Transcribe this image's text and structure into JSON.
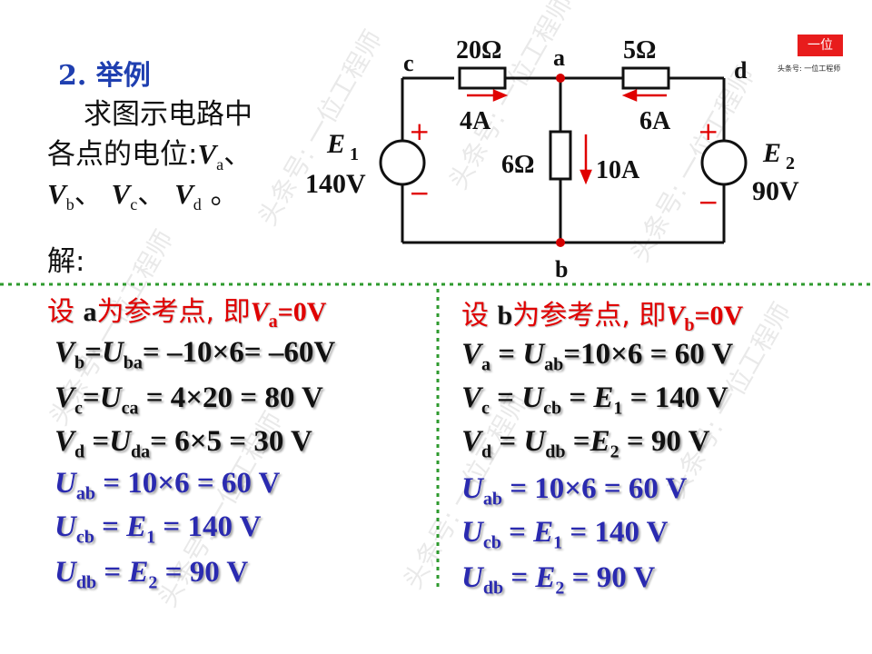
{
  "heading": {
    "number": "2.",
    "title": "举例"
  },
  "problem": {
    "line1": "求图示电路中",
    "line2_prefix": "各点的电位:",
    "V": "V",
    "sub_a": "a",
    "sub_b": "b",
    "sub_c": "c",
    "sub_d": "d",
    "sep": "、",
    "period": " 。"
  },
  "solution_label": "解:",
  "circuit": {
    "node_a": "a",
    "node_b": "b",
    "node_c": "c",
    "node_d": "d",
    "r1": "20Ω",
    "r2": "5Ω",
    "r3": "6Ω",
    "i1": "4A",
    "i2": "6A",
    "i3": "10A",
    "e1_name": "E",
    "e1_sub": "1",
    "e1_value": "140V",
    "e2_name": "E",
    "e2_sub": "2",
    "e2_value": "90V",
    "plus": "+",
    "minus": "−"
  },
  "left": {
    "ref_prefix": "设 ",
    "ref_node": "a",
    "ref_mid": "为参考点, 即",
    "ref_V": "V",
    "ref_sub": "a",
    "ref_eq": "=0V",
    "lines": [
      {
        "v": "V",
        "vs": "b",
        "eq": "=",
        "u": "U",
        "us": "ba",
        "rest": "= –10×6= –60V"
      },
      {
        "v": "V",
        "vs": "c",
        "eq": "=",
        "u": "U",
        "us": "ca",
        "rest": " = 4×20 = 80 V"
      },
      {
        "v": "V",
        "vs": "d",
        "eq": " =",
        "u": "U",
        "us": "da",
        "rest": "=  6×5 = 30 V"
      }
    ],
    "blue": [
      {
        "u": "U",
        "us": "ab",
        "rest": " = 10×6 = 60 V"
      },
      {
        "u": "U",
        "us": "cb",
        "mid": " = ",
        "e": "E",
        "es": "1",
        "rest": " = 140 V"
      },
      {
        "u": "U",
        "us": "db",
        "mid": " = ",
        "e": "E",
        "es": "2",
        "rest": " = 90 V"
      }
    ]
  },
  "right": {
    "ref_prefix": "设 ",
    "ref_node": "b",
    "ref_mid": "为参考点, 即",
    "ref_V": "V",
    "ref_sub": "b",
    "ref_eq": "=0V",
    "lines": [
      {
        "v": "V",
        "vs": "a",
        "eq": " = ",
        "u": "U",
        "us": "ab",
        "rest": "=10×6 = 60 V"
      },
      {
        "v": "V",
        "vs": "c",
        "eq": " = ",
        "u": "U",
        "us": "cb",
        "mid": " = ",
        "e": "E",
        "es": "1",
        "rest": " = 140 V"
      },
      {
        "v": "V",
        "vs": "d",
        "eq": " = ",
        "u": "U",
        "us": "db",
        "mid": " =",
        "e": "E",
        "es": "2",
        "rest": " = 90 V"
      }
    ],
    "blue": [
      {
        "u": "U",
        "us": "ab",
        "rest": " = 10×6 = 60 V"
      },
      {
        "u": "U",
        "us": "cb",
        "mid": " = ",
        "e": "E",
        "es": "1",
        "rest": " = 140 V"
      },
      {
        "u": "U",
        "us": "db",
        "mid": " = ",
        "e": "E",
        "es": "2",
        "rest": " = 90 V"
      }
    ]
  },
  "logo": {
    "mark": "一位",
    "caption": "头条号: 一位工程师"
  },
  "watermark": "头条号: 一位工程师"
}
